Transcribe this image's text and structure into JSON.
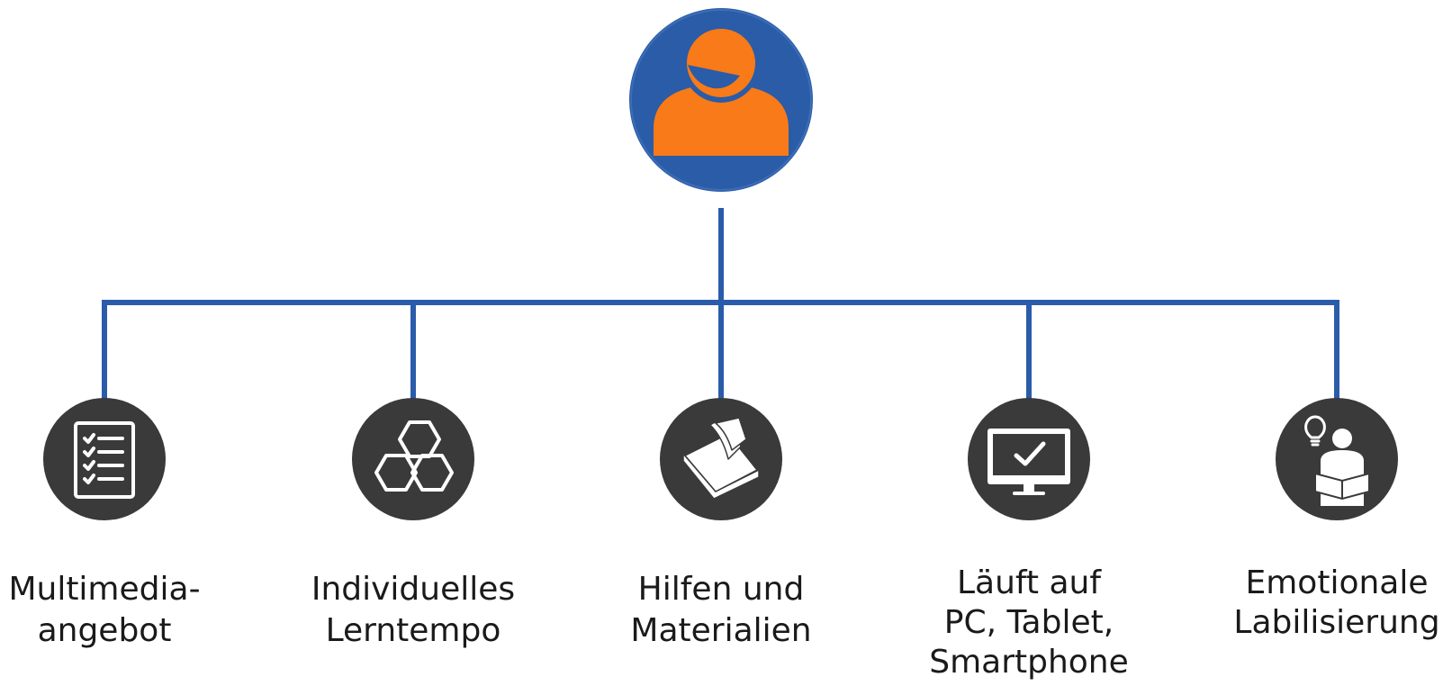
{
  "colors": {
    "connector": "#2a5caa",
    "root_circle": "#2a5ca8",
    "person": "#f97a18",
    "child_circle": "#3a3a3a",
    "icon_stroke": "#ffffff"
  },
  "root": {
    "icon": "user-person-icon"
  },
  "children": [
    {
      "icon": "checklist-icon",
      "label": "Multimedia-\nangebot"
    },
    {
      "icon": "hexagons-icon",
      "label": "Individuelles\nLerntempo"
    },
    {
      "icon": "book-icon",
      "label": "Hilfen und\nMaterialien"
    },
    {
      "icon": "monitor-check-icon",
      "label": "Läuft auf\nPC, Tablet,\nSmartphone"
    },
    {
      "icon": "reader-lightbulb-icon",
      "label": "Emotionale\nLabilisierung"
    }
  ]
}
